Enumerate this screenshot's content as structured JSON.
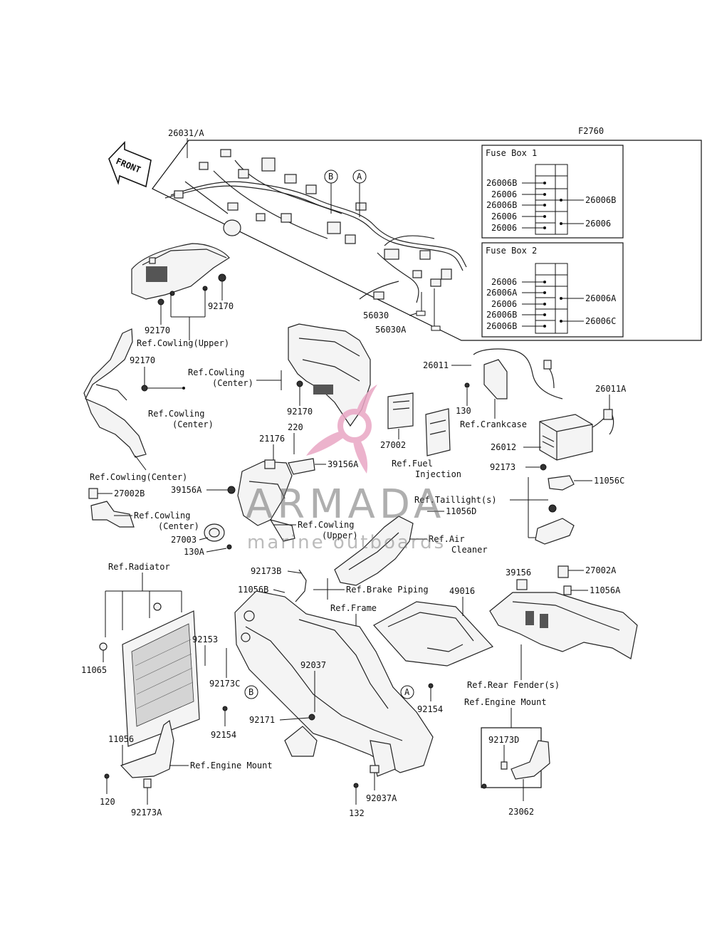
{
  "figure_code": "F2760",
  "front_arrow_label": "FRONT",
  "callout_circles": {
    "a": "A",
    "b": "B"
  },
  "fuse_box_1": {
    "title": "Fuse Box 1",
    "left_labels": [
      "26006B",
      "26006",
      "26006B",
      "26006",
      "26006"
    ],
    "right_labels": [
      "26006B",
      "26006"
    ]
  },
  "fuse_box_2": {
    "title": "Fuse Box 2",
    "left_labels": [
      "26006",
      "26006A",
      "26006",
      "26006B",
      "26006B"
    ],
    "right_labels": [
      "26006A",
      "26006C"
    ]
  },
  "parts": {
    "p26031A": "26031/A",
    "p56030": "56030",
    "p56030A": "56030A",
    "p92170a": "92170",
    "p92170b": "92170",
    "p92170c": "92170",
    "p92170d": "92170",
    "p26011": "26011",
    "p130": "130",
    "p26011A": "26011A",
    "p27002": "27002",
    "p26012": "26012",
    "p92173": "92173",
    "p11056C": "11056C",
    "p220": "220",
    "p21176": "21176",
    "p39156A_a": "39156A",
    "p39156A_b": "39156A",
    "p27002B": "27002B",
    "p27003": "27003",
    "p130A": "130A",
    "p11056D": "11056D",
    "p39156": "39156",
    "p27002A": "27002A",
    "p11056A": "11056A",
    "p92173B": "92173B",
    "p11056B": "11056B",
    "p49016": "49016",
    "p11065": "11065",
    "p92153": "92153",
    "p92173C": "92173C",
    "p92037": "92037",
    "p92154a": "92154",
    "p92154b": "92154",
    "p92171": "92171",
    "p11056": "11056",
    "p120": "120",
    "p92173A": "92173A",
    "p132": "132",
    "p92037A": "92037A",
    "p92173D": "92173D",
    "p23062": "23062"
  },
  "refs": {
    "cowling_upper": "Ref.Cowling(Upper)",
    "cowling_center_1": [
      "Ref.Cowling",
      "(Center)"
    ],
    "cowling_center_2": [
      "Ref.Cowling",
      "(Center)"
    ],
    "cowling_center_3": "Ref.Cowling(Center)",
    "cowling_center_4": [
      "Ref.Cowling",
      "(Center)"
    ],
    "cowling_upper_2": [
      "Ref.Cowling",
      "(Upper)"
    ],
    "crankcase": "Ref.Crankcase",
    "fuel_injection": [
      "Ref.Fuel",
      "Injection"
    ],
    "taillight": "Ref.Taillight(s)",
    "air_cleaner": [
      "Ref.Air",
      "Cleaner"
    ],
    "radiator": "Ref.Radiator",
    "brake_piping": "Ref.Brake Piping",
    "frame": "Ref.Frame",
    "rear_fender": "Ref.Rear Fender(s)",
    "engine_mount_1": "Ref.Engine Mount",
    "engine_mount_2": "Ref.Engine Mount"
  },
  "watermark": {
    "brand": "ARMADA",
    "tagline": "marine outboards",
    "color": "#e9a6c4"
  }
}
